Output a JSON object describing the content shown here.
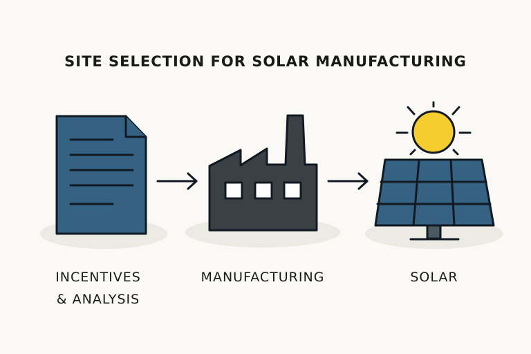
{
  "title": "SITE SELECTION FOR SOLAR MANUFACTURING",
  "steps": [
    {
      "icon": "document-icon",
      "label_lines": [
        "INCENTIVES",
        "& ANALYSIS"
      ]
    },
    {
      "icon": "factory-icon",
      "label_lines": [
        "MANUFACTURING"
      ]
    },
    {
      "icon": "solar-panel-icon",
      "label_lines": [
        "SOLAR"
      ]
    }
  ],
  "colors": {
    "background": "#faf9f5",
    "document": "#356283",
    "factory": "#3b4045",
    "panel": "#356283",
    "sun": "#f5cd2e",
    "outline": "#111a22",
    "shadow": "#ecebe3"
  }
}
